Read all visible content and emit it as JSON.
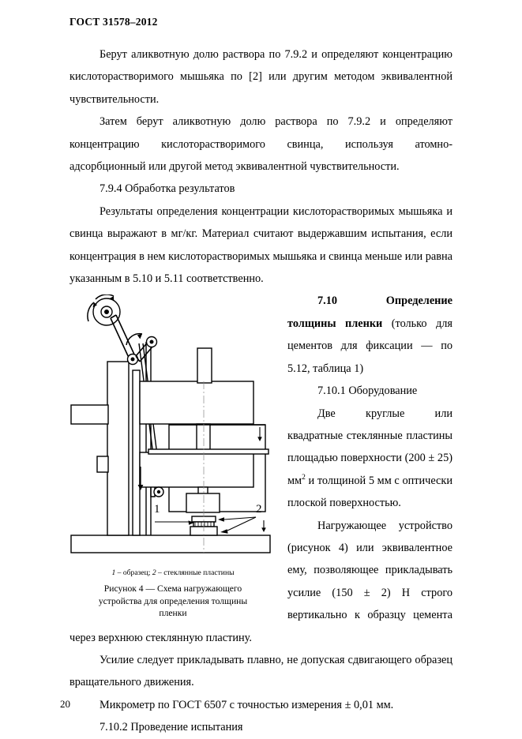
{
  "document": {
    "header": "ГОСТ 31578–2012",
    "page_number": "20"
  },
  "body": {
    "para_1": "Берут аликвотную долю раствора по 7.9.2 и определяют концентрацию кислоторастворимого мышьяка по [2] или другим методом эквивалентной чувствительности.",
    "para_2": "Затем берут аликвотную долю раствора по 7.9.2 и определяют концентрацию кислоторастворимого свинца, используя атомно-адсорбционный или другой метод эквивалентной чувствительности.",
    "clause_794": "7.9.4  Обработка результатов",
    "para_3": "Результаты определения концентрации кислоторастворимых мышьяка и свинца выражают в мг/кг. Материал считают выдержавшим испытания, если концентрация в нем кислоторастворимых мышьяка и свинца меньше или равна указанным в 5.10 и 5.11 соответственно.",
    "clause_710_bold": "7.10  Определение толщины пленки",
    "clause_710_rest": " (только для цементов для фиксации — по 5.12, таблица 1)",
    "clause_7101": "7.10.1 Оборудование",
    "para_4_start": "Две круглые или квадратные стеклянные пластины площадью поверхности (200 ± 25) мм",
    "para_4_sup": "2",
    "para_4_end": " и толщиной 5 мм с оптически плоской поверхностью.",
    "para_5": "Нагружающее устройство (рисунок 4) или эквивалентное ему, позволяющее прикладывать усилие (150 ± 2) Н строго вертикально к образцу цемента через верхнюю стеклянную пластину.",
    "para_6": "Усилие следует прикладывать плавно, не допуская сдвигающего образец вращательного движения.",
    "para_7": "Микрометр по ГОСТ 6507 с точностью измерения ± 0,01 мм.",
    "clause_7102": "7.10.2  Проведение испытания"
  },
  "figure": {
    "legend_item_1_num": "1",
    "legend_item_1_text": " – образец; ",
    "legend_item_2_num": "2",
    "legend_item_2_text": " – стеклянные пластины",
    "caption_line_1": "Рисунок 4 — Схема нагружающего",
    "caption_line_2": "устройства для определения толщины",
    "caption_line_3": "пленки",
    "callout_1": "1",
    "callout_2": "2",
    "line_color": "#000000",
    "fill_color": "#ffffff"
  }
}
